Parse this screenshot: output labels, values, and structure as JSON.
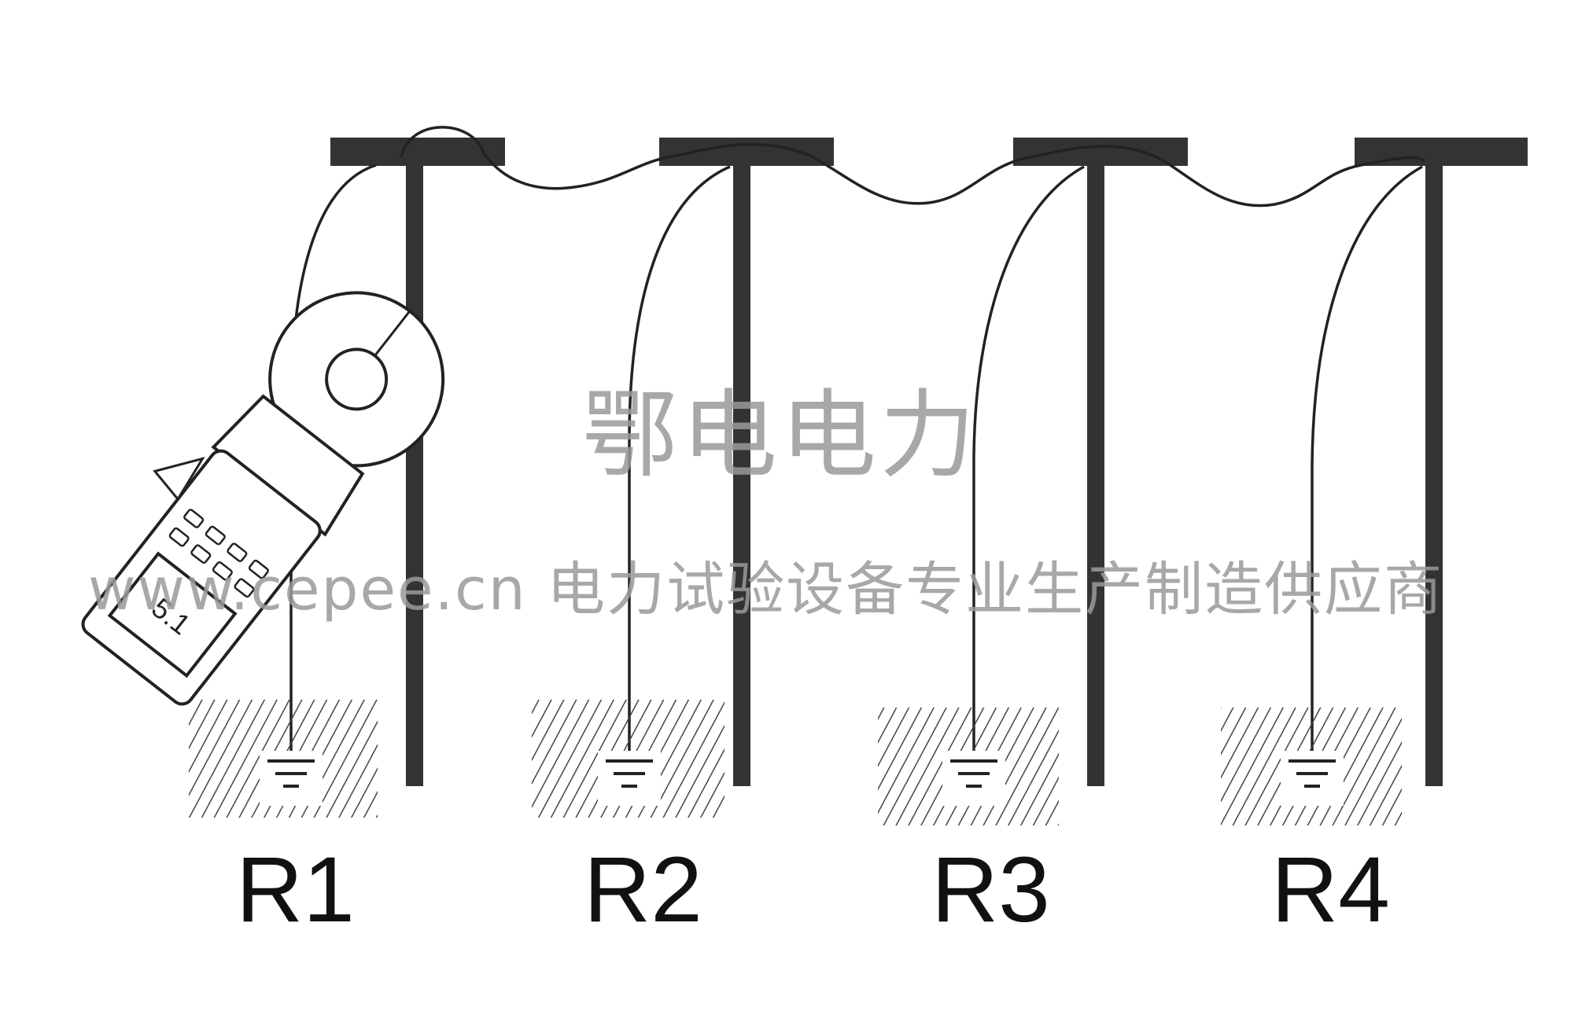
{
  "watermark": {
    "brand": "鄂电电力",
    "site": "www.cepee.cn  电力试验设备专业生产制造供应商"
  },
  "electrodes": [
    {
      "label": "R1"
    },
    {
      "label": "R2"
    },
    {
      "label": "R3"
    },
    {
      "label": "R4"
    }
  ],
  "meter": {
    "display_text": "5.1"
  },
  "colors": {
    "line": "#222222",
    "pole": "#333333",
    "watermark": "#9a9a9a"
  }
}
